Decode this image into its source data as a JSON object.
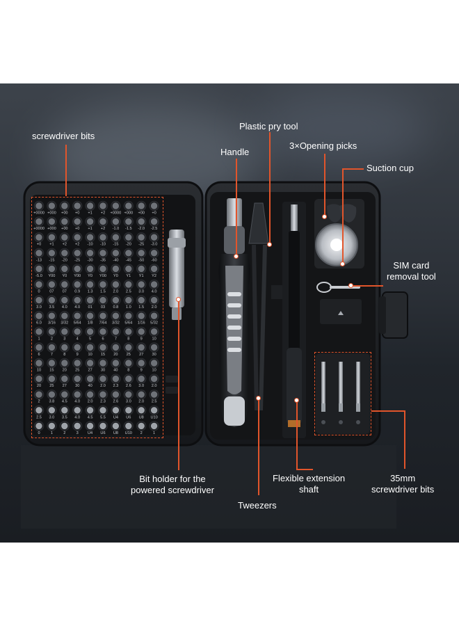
{
  "colors": {
    "accent": "#e2552b",
    "case": "#1c1e21",
    "label_text": "#ffffff"
  },
  "labels": {
    "screwdriver_bits": "screwdriver bits",
    "plastic_pry_tool": "Plastic pry tool",
    "handle": "Handle",
    "opening_picks": "3×Opening picks",
    "suction_cup": "Suction cup",
    "sim_card_line1": "SIM card",
    "sim_card_line2": "removal tool",
    "bit_holder_line1": "Bit holder for the",
    "bit_holder_line2": "powered screwdriver",
    "tweezers": "Tweezers",
    "flexible_shaft_line1": "Flexible extension",
    "flexible_shaft_line2": "shaft",
    "bits_35mm_line1": "35mm",
    "bits_35mm_line2": "screwdriver bits"
  },
  "bit_rows": [
    [
      "+0000",
      "+000",
      "+00",
      "+0",
      "+1",
      "+2",
      "+0000",
      "+000",
      "+00",
      "+0"
    ],
    [
      "+0000",
      "+000",
      "+00",
      "+0",
      "+1",
      "+2",
      "-1.0",
      "-1.5",
      "-2.0",
      "-2.5"
    ],
    [
      "+0",
      "+1",
      "+2",
      "+2",
      "-10",
      "-10",
      "-15",
      "-20",
      "-25",
      "-3.0"
    ],
    [
      "-13",
      "-15",
      "-20",
      "-25",
      "-30",
      "-35",
      "-40",
      "-45",
      "-50",
      "-60"
    ],
    [
      "-5.0",
      "Y00",
      "Y0",
      "Y00",
      "Y0",
      "Y00",
      "Y0",
      "Y1",
      "Y1",
      "Y2"
    ],
    [
      "0",
      "07",
      "07",
      "0.9",
      "1.3",
      "1.5",
      "2.0",
      "2.5",
      "3.0",
      "4.0"
    ],
    [
      "3.0",
      "3.5",
      "4.0",
      "4.0",
      "01",
      "03",
      "0.8",
      "1.0",
      "1.5",
      "2.0"
    ],
    [
      "6.0",
      "3/16",
      "3/32",
      "5/64",
      "1/8",
      "7/64",
      "3/32",
      "5/64",
      "1/16",
      "5/32"
    ],
    [
      "1",
      "2",
      "3",
      "4",
      "5",
      "6",
      "7",
      "8",
      "9",
      "10"
    ],
    [
      "6",
      "7",
      "8",
      "9",
      "10",
      "15",
      "20",
      "25",
      "27",
      "30"
    ],
    [
      "10",
      "15",
      "20",
      "25",
      "27",
      "30",
      "40",
      "8",
      "9",
      "10"
    ],
    [
      "20",
      "25",
      "27",
      "30",
      "40",
      "2.0",
      "2.3",
      "2.6",
      "3.0",
      "2.0"
    ],
    [
      "2",
      "3.8",
      "4.5",
      "4.0",
      "2.0",
      "2.3",
      "2.6",
      "3.0",
      "2.0",
      "2.5"
    ],
    [
      "2.5",
      "3.0",
      "3.5",
      "4.0",
      "4.5",
      "5.5",
      "U4",
      "U6",
      "U8",
      "U10"
    ],
    [
      "0",
      "1",
      "2",
      "3",
      "U4",
      "U6",
      "U8",
      "U10",
      "2",
      "1"
    ]
  ]
}
